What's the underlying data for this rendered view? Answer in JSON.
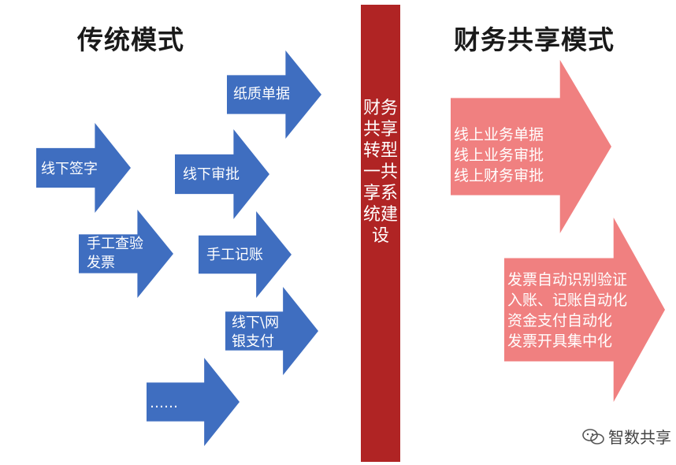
{
  "left_title": "传统模式",
  "right_title": "财务共享模式",
  "center": "财务共享转型一共享系统建设",
  "left_items": {
    "paper": "纸质单据",
    "offline_sign": "线下签字",
    "offline_approval": "线下审批",
    "manual_check": "手工查验\n发票",
    "manual_book": "手工记账",
    "offline_pay": "线下\\网\n银支付",
    "more": "……"
  },
  "right_items": {
    "online": "线上业务单据\n线上业务审批\n线上财务审批",
    "auto": "发票自动识别验证\n入账、记账自动化\n资金支付自动化\n发票开具集中化"
  },
  "watermark": "智数共享",
  "colors": {
    "blue": "#3f6ec0",
    "pink": "#f08080",
    "red": "#b02424"
  }
}
